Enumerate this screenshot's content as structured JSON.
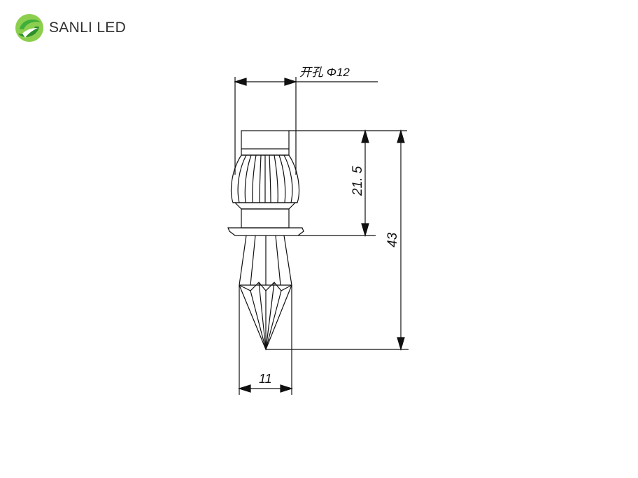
{
  "brand": {
    "name": "SANLI LED",
    "colors": {
      "primary_green": "#3fae3b",
      "light_green": "#8ccf4f",
      "text": "#2f2f2f"
    }
  },
  "dimensions": {
    "hole_label": "开孔 Φ12",
    "width_label": "11",
    "upper_height_label": "21. 5",
    "total_height_label": "43"
  },
  "colors": {
    "line": "#111111"
  }
}
